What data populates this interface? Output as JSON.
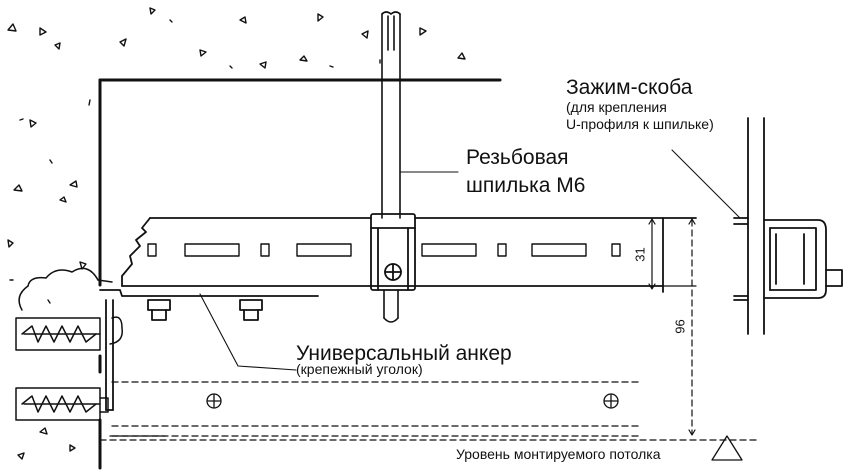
{
  "labels": {
    "clamp_title": "Зажим-скоба",
    "clamp_note_line1": "(для крепления",
    "clamp_note_line2": "U-профиля к шпильке)",
    "rod_line1": "Резьбовая",
    "rod_line2": "шпилька М6",
    "anchor_title": "Универсальный анкер",
    "anchor_note": "(крепежный уголок)",
    "ceiling_level": "Уровень монтируемого потолка"
  },
  "dimensions": {
    "profile_height": "31",
    "total_height": "96"
  }
}
